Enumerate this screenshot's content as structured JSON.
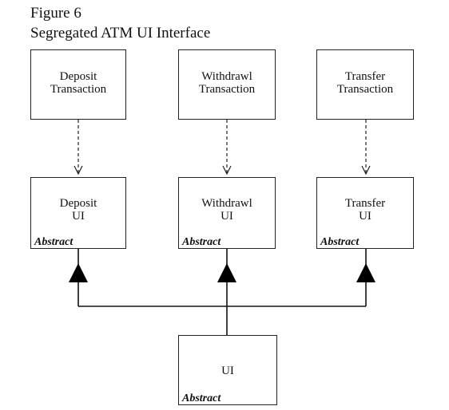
{
  "figure": {
    "number": "Figure 6",
    "title": "Segregated ATM UI Interface"
  },
  "transactions": [
    {
      "line1": "Deposit",
      "line2": "Transaction"
    },
    {
      "line1": "Withdrawl",
      "line2": "Transaction"
    },
    {
      "line1": "Transfer",
      "line2": "Transaction"
    }
  ],
  "uis": [
    {
      "line1": "Deposit",
      "line2": "UI",
      "stereotype": "Abstract"
    },
    {
      "line1": "Withdrawl",
      "line2": "UI",
      "stereotype": "Abstract"
    },
    {
      "line1": "Transfer",
      "line2": "UI",
      "stereotype": "Abstract"
    }
  ],
  "base": {
    "label": "UI",
    "stereotype": "Abstract"
  }
}
